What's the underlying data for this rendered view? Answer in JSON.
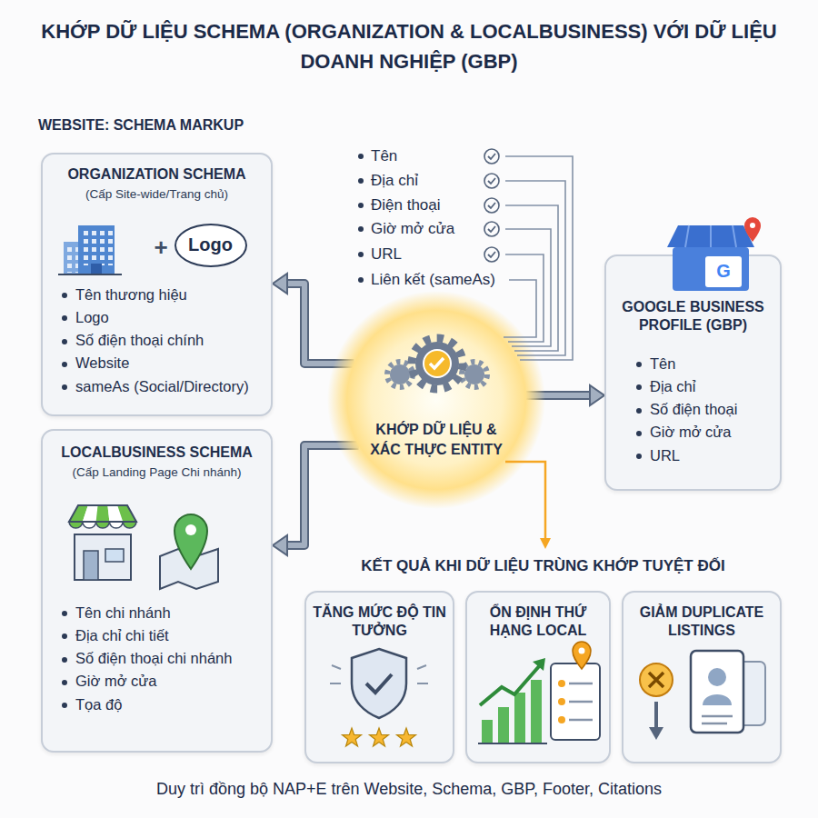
{
  "diagram": {
    "title": "KHỚP DỮ LIỆU SCHEMA (ORGANIZATION & LOCALBUSINESS) VỚI DỮ LIỆU DOANH NGHIỆP (GBP)",
    "caption": "Duy trì đồng bộ NAP+E trên Website, Schema, GBP, Footer, Citations",
    "nodes": [
      {
        "text": [
          "ORGANIZATION SCHEMA",
          "(Cấp Site-wide/Trang chủ)",
          "+",
          "Tên thương hiệu",
          "Logo",
          "Số điện thoại chính",
          "Website",
          "sameAs (Social/Directory)"
        ]
      },
      {
        "text": [
          "Logo"
        ],
        "in": 0
      },
      {
        "text": [
          "LOCALBUSINESS SCHEMA",
          "(Cấp Landing Page Chi nhánh)",
          "Tên chi nhánh",
          "Địa chỉ chi tiết",
          "Số điện thoại chi nhánh",
          "Giờ mở cửa",
          "Tọa độ"
        ]
      },
      {
        "text": [
          "KHỚP DỮ LIỆU & XÁC THỰC ENTITY"
        ]
      },
      {
        "text": [
          "GOOGLE BUSINESS PROFILE (GBP)",
          "Tên",
          "Địa chỉ",
          "Số điện thoại",
          "Giờ mở cửa",
          "URL"
        ]
      },
      {
        "text": [
          "TĂNG MỨC ĐỘ TIN TƯỞNG"
        ]
      },
      {
        "text": [
          "ỔN ĐỊNH THỨ HẠNG LOCAL"
        ]
      },
      {
        "text": [
          "GIẢM DUPLICATE LISTINGS"
        ]
      }
    ],
    "edges": [
      {
        "from": 3,
        "to": 0,
        "arrow": "to"
      },
      {
        "from": 3,
        "to": 2,
        "arrow": "to"
      },
      {
        "from": 3,
        "to": 4,
        "arrow": "to"
      }
    ],
    "labels": [
      "WEBSITE: SCHEMA MARKUP",
      "Tên",
      "Địa chỉ",
      "Điện thoại",
      "Giờ mở cửa",
      "URL",
      "Liên kết (sameAs)",
      "G",
      "KẾT QUẢ KHI DỮ LIỆU TRÙNG KHỚP TUYỆT ĐỐI"
    ]
  }
}
